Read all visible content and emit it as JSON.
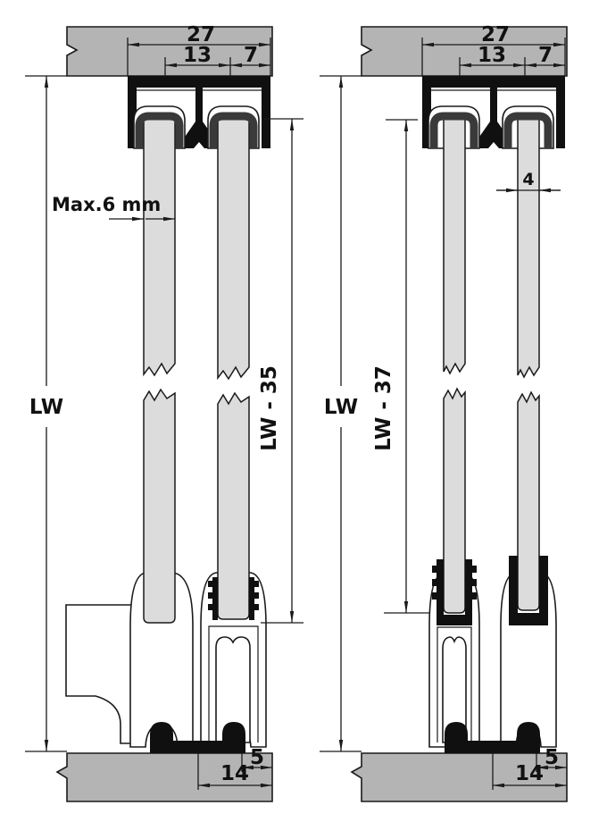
{
  "figure": {
    "kind": "sliding-door-track-cross-section-diagram",
    "colors": {
      "slab": "#b4b4b4",
      "glass": "#dcdcdc",
      "profile": "#101010",
      "lining": "#3a3a3a",
      "line": "#1a1a1a",
      "background": "#ffffff"
    },
    "left_view": {
      "dim_track_width": "27",
      "dim_track_inner": "13",
      "dim_track_edge": "7",
      "note_glass_thickness": "Max.6 mm",
      "dim_clear_height": "LW",
      "dim_glass_height": "LW - 35",
      "dim_floor_edge": "5",
      "dim_floor_guide": "14"
    },
    "right_view": {
      "dim_track_width": "27",
      "dim_track_inner": "13",
      "dim_track_edge": "7",
      "dim_glass_thickness": "4",
      "dim_clear_height": "LW",
      "dim_glass_height": "LW - 37",
      "dim_floor_edge": "5",
      "dim_floor_guide": "14"
    }
  }
}
